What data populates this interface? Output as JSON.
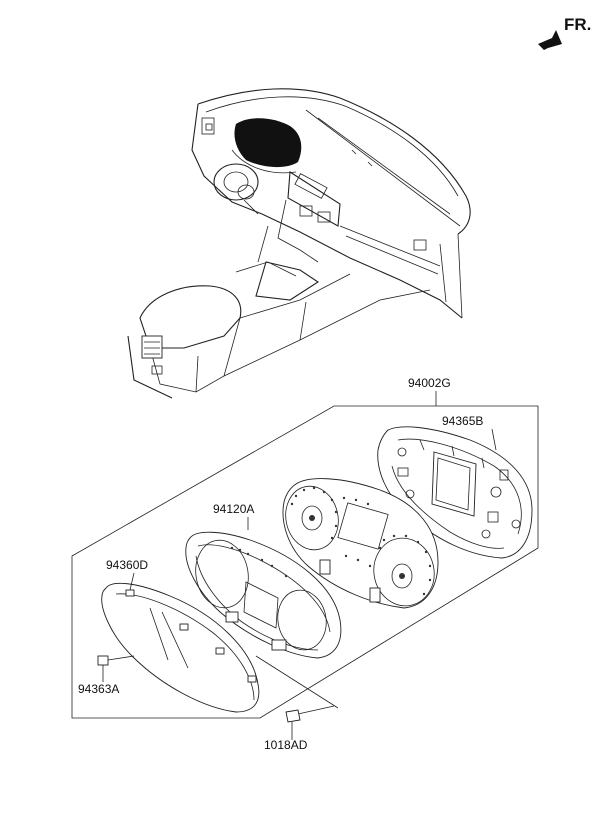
{
  "direction_marker": {
    "label": "FR.",
    "icon": "front-arrow-icon"
  },
  "parts": [
    {
      "id": "assembly",
      "number": "94002G"
    },
    {
      "id": "case",
      "number": "94365B"
    },
    {
      "id": "gauge-face",
      "number": "94120A"
    },
    {
      "id": "glass-window",
      "number": "94360D"
    },
    {
      "id": "clip",
      "number": "94363A"
    },
    {
      "id": "screw",
      "number": "1018AD"
    }
  ]
}
